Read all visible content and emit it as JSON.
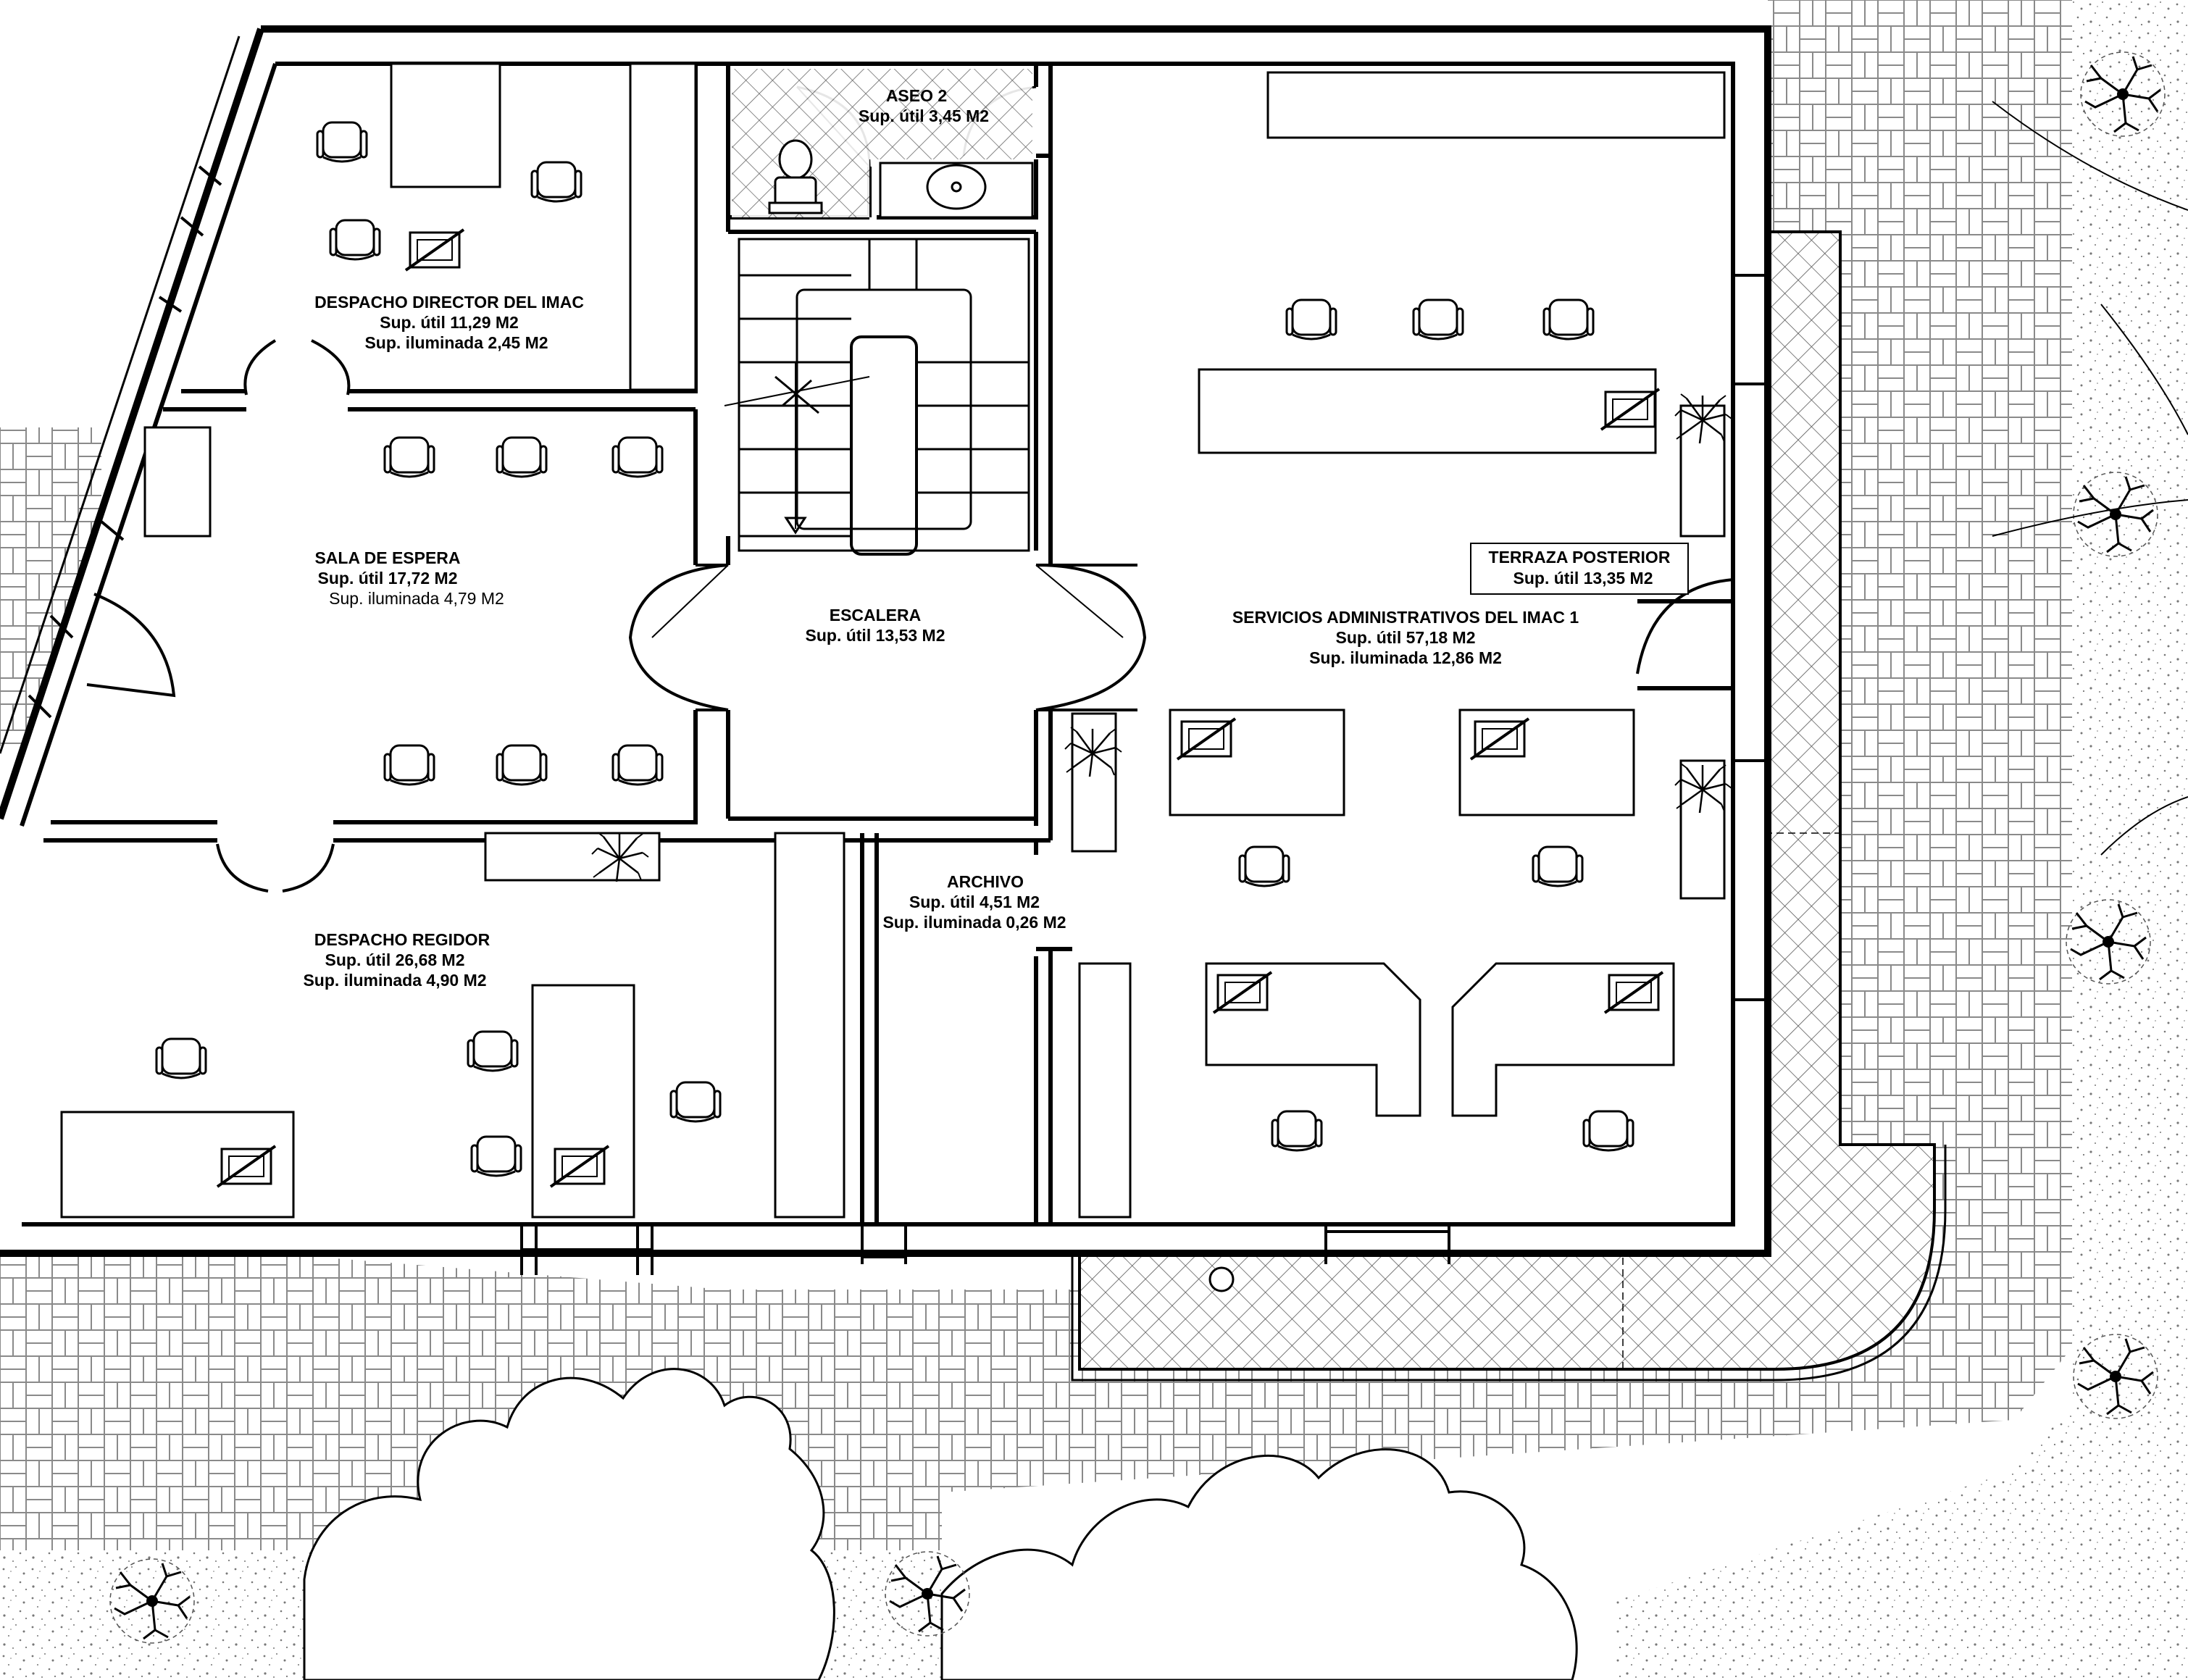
{
  "rooms": {
    "despacho_director": {
      "name": "DESPACHO DIRECTOR DEL IMAC",
      "area": "Sup. útil 11,29 M2",
      "lit": "Sup. iluminada 2,45 M2"
    },
    "aseo": {
      "name": "ASEO 2",
      "area": "Sup. útil 3,45 M2"
    },
    "sala_espera": {
      "name": "SALA DE ESPERA",
      "area": "Sup. útil 17,72 M2",
      "lit": "Sup. iluminada 4,79 M2"
    },
    "escalera": {
      "name": "ESCALERA",
      "area": "Sup. útil 13,53 M2"
    },
    "servicios": {
      "name": "SERVICIOS ADMINISTRATIVOS DEL IMAC 1",
      "area": "Sup. útil 57,18 M2",
      "lit": "Sup. iluminada 12,86 M2"
    },
    "terraza": {
      "name": "TERRAZA POSTERIOR",
      "area": "Sup. útil 13,35 M2"
    },
    "archivo": {
      "name": "ARCHIVO",
      "area": "Sup. útil 4,51 M2",
      "lit": "Sup. iluminada 0,26 M2"
    },
    "despacho_regidor": {
      "name": "DESPACHO REGIDOR",
      "area": "Sup. útil 26,68 M2",
      "lit": "Sup. iluminada 4,90 M2"
    }
  },
  "colors": {
    "ink": "#000000",
    "paper": "#ffffff",
    "paving": "#9a9a9a",
    "gravel": "#777777"
  }
}
